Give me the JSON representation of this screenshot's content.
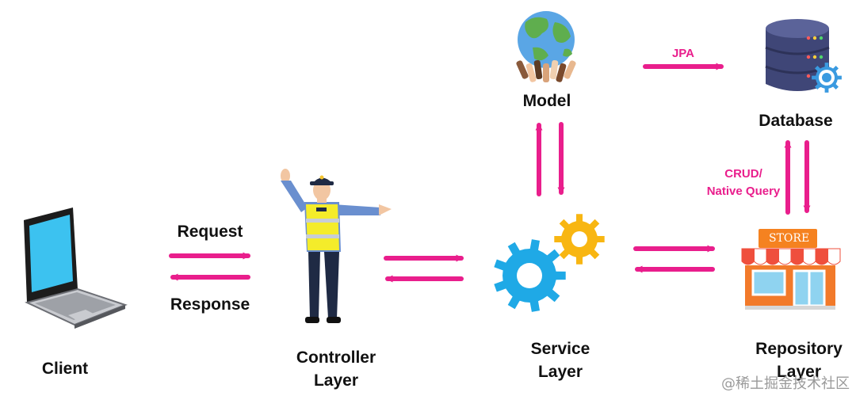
{
  "colors": {
    "arrow": "#e91e8c",
    "accent_text": "#e91e8c",
    "gear_blue": "#1fa9e6",
    "gear_yellow": "#f8b612",
    "database_dark": "#3f4677",
    "store_orange": "#f27a2a",
    "laptop_screen": "#3cc2f0"
  },
  "nodes": {
    "client": {
      "label": "Client",
      "icon": "laptop-icon"
    },
    "controller": {
      "line1": "Controller",
      "line2": "Layer",
      "icon": "traffic-police-icon"
    },
    "service": {
      "line1": "Service",
      "line2": "Layer",
      "icon": "gears-icon"
    },
    "repository": {
      "line1": "Repository",
      "line2": "Layer",
      "icon": "store-icon",
      "sign": "STORE"
    },
    "model": {
      "label": "Model",
      "icon": "globe-hands-icon"
    },
    "database": {
      "label": "Database",
      "icon": "database-icon"
    }
  },
  "edges": {
    "request": "Request",
    "response": "Response",
    "jpa": "JPA",
    "crud_line1": "CRUD/",
    "crud_line2": "Native Query"
  },
  "watermark": "@稀土掘金技术社区"
}
